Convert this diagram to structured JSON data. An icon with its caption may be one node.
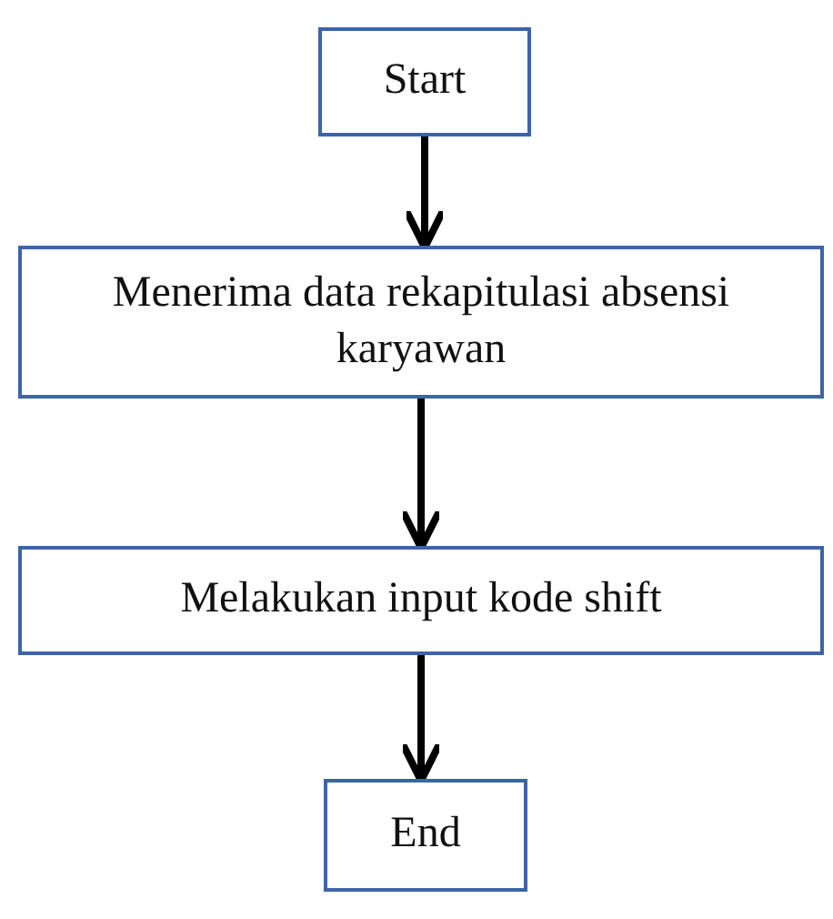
{
  "diagram": {
    "nodes": [
      {
        "text": [
          "Start"
        ]
      },
      {
        "text": [
          "Menerima data rekapitulasi absensi karyawan"
        ]
      },
      {
        "text": [
          "Melakukan input kode shift"
        ]
      },
      {
        "text": [
          "End"
        ]
      }
    ],
    "edges": [
      {
        "from": 0,
        "to": 1,
        "arrow": "to"
      },
      {
        "from": 1,
        "to": 2,
        "arrow": "to"
      },
      {
        "from": 2,
        "to": 3,
        "arrow": "to"
      }
    ]
  }
}
